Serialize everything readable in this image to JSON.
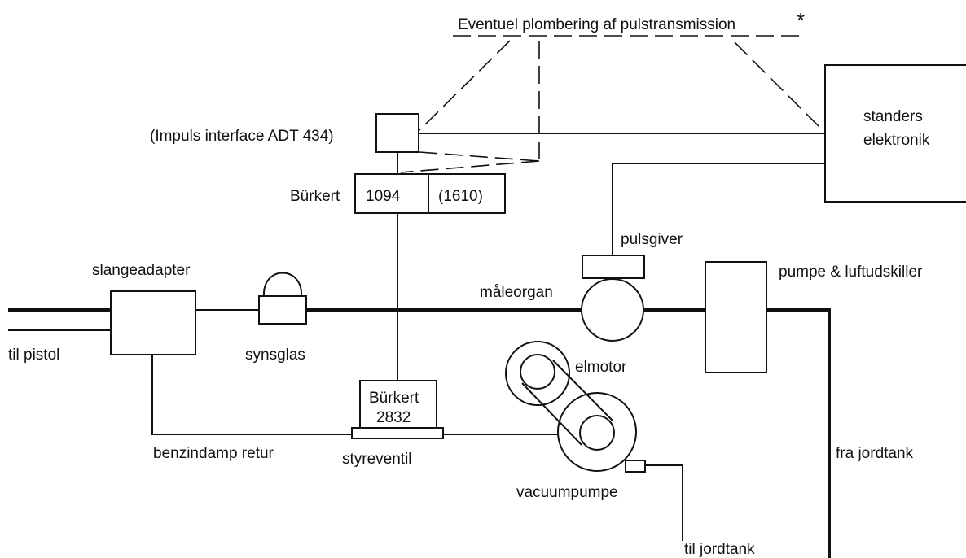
{
  "labels": {
    "plombering": "Eventuel plombering af pulstransmission",
    "asterisk": "*",
    "impuls_interface": "(Impuls interface ADT 434)",
    "standers_line1": "standers",
    "standers_line2": "elektronik",
    "burkert_label": "Bürkert",
    "burkert_1094": "1094",
    "burkert_1610": "(1610)",
    "pulsgiver": "pulsgiver",
    "slangeadapter": "slangeadapter",
    "maaleorgan": "måleorgan",
    "pumpe_luftudskiller": "pumpe & luftudskiller",
    "til_pistol": "til pistol",
    "synsglas": "synsglas",
    "elmotor": "elmotor",
    "burkert_2832_line1": "Bürkert",
    "burkert_2832_line2": "2832",
    "benzindamp_retur": "benzindamp retur",
    "styreventil": "styreventil",
    "fra_jordtank": "fra jordtank",
    "vacuumpumpe": "vacuumpumpe",
    "til_jordtank": "til jordtank"
  },
  "colors": {
    "line": "#111111",
    "background": "#ffffff"
  }
}
